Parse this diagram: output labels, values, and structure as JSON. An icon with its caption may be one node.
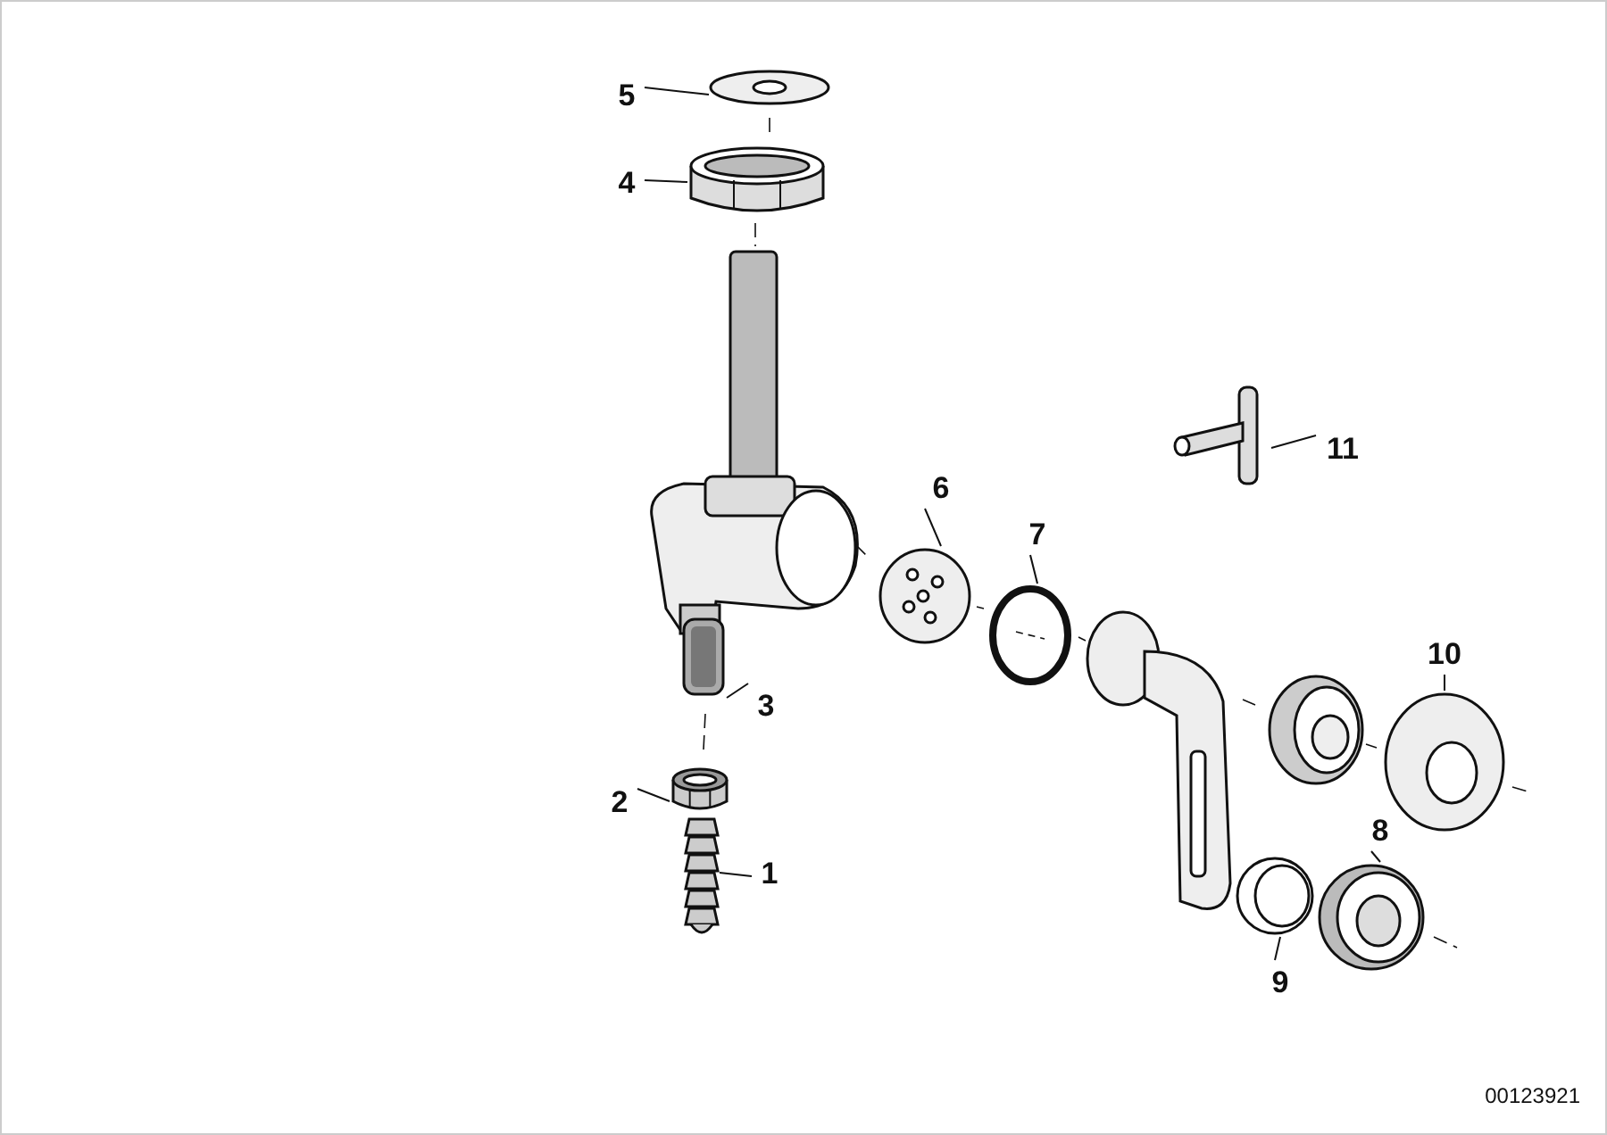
{
  "diagram": {
    "nodes": [
      {
        "text": [
          "1"
        ]
      },
      {
        "text": [
          "2"
        ]
      },
      {
        "text": [
          "3"
        ]
      },
      {
        "text": [
          "4"
        ]
      },
      {
        "text": [
          "5"
        ]
      },
      {
        "text": [
          "6"
        ]
      },
      {
        "text": [
          "7"
        ]
      },
      {
        "text": [
          "8"
        ]
      },
      {
        "text": [
          "9"
        ]
      },
      {
        "text": [
          "10"
        ]
      },
      {
        "text": [
          "11"
        ]
      },
      {
        "text": [],
        "shape": "picture"
      },
      {
        "text": [],
        "shape": "picture"
      },
      {
        "text": [],
        "shape": "picture"
      },
      {
        "text": [],
        "shape": "picture"
      },
      {
        "text": [],
        "shape": "picture"
      },
      {
        "text": [],
        "shape": "picture"
      },
      {
        "text": [],
        "shape": "picture"
      },
      {
        "text": [],
        "shape": "picture"
      },
      {
        "text": [],
        "shape": "picture"
      },
      {
        "text": [],
        "shape": "picture"
      },
      {
        "text": [],
        "shape": "picture"
      }
    ],
    "edges": [
      {
        "from": 0,
        "to": 11,
        "arrow": "none"
      },
      {
        "from": 1,
        "to": 12,
        "arrow": "none"
      },
      {
        "from": 2,
        "to": 13,
        "arrow": "none"
      },
      {
        "from": 3,
        "to": 14,
        "arrow": "none"
      },
      {
        "from": 4,
        "to": 15,
        "arrow": "none"
      },
      {
        "from": 5,
        "to": 16,
        "arrow": "none"
      },
      {
        "from": 6,
        "to": 17,
        "arrow": "none"
      },
      {
        "from": 7,
        "to": 18,
        "arrow": "none"
      },
      {
        "from": 8,
        "to": 19,
        "arrow": "none"
      },
      {
        "from": 9,
        "to": 20,
        "arrow": "none"
      },
      {
        "from": 10,
        "to": 21,
        "arrow": "none"
      }
    ],
    "labels": [
      "00123921"
    ]
  }
}
